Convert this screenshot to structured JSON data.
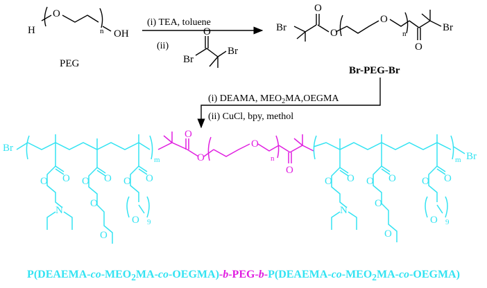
{
  "colors": {
    "black": "#000000",
    "cyan": "#33e3f2",
    "magenta": "#e01ee0"
  },
  "atoms": {
    "H": "H",
    "O": "O",
    "OH": "OH",
    "Br": "Br",
    "N": "N",
    "n": "n",
    "m": "m",
    "nine": "9"
  },
  "labels": {
    "peg": "PEG",
    "br_peg_br": "Br-PEG-Br"
  },
  "step1": {
    "cond1": "(i) TEA, toluene",
    "cond2": "(ii)"
  },
  "step2": {
    "cond1": "(i) DEAMA, MEO",
    "cond1_sub": "2",
    "cond1_tail": "MA,OEGMA",
    "cond2": "(ii) CuCl, bpy, methol"
  },
  "caption": {
    "p1": "P(DEAEMA-",
    "co1": "co",
    "p2": "-MEO",
    "sub1": "2",
    "p3": "MA-",
    "co2": "co",
    "p4": "-OEGMA)",
    "b1": "-",
    "b1i": "b",
    "b1b": "-PEG-",
    "b2i": "b",
    "b2b": "-",
    "p5": "P(DEAEMA-",
    "co3": "co",
    "p6": "-MEO",
    "sub2": "2",
    "p7": "MA-",
    "co4": "co",
    "p8": "-OEGMA)"
  }
}
